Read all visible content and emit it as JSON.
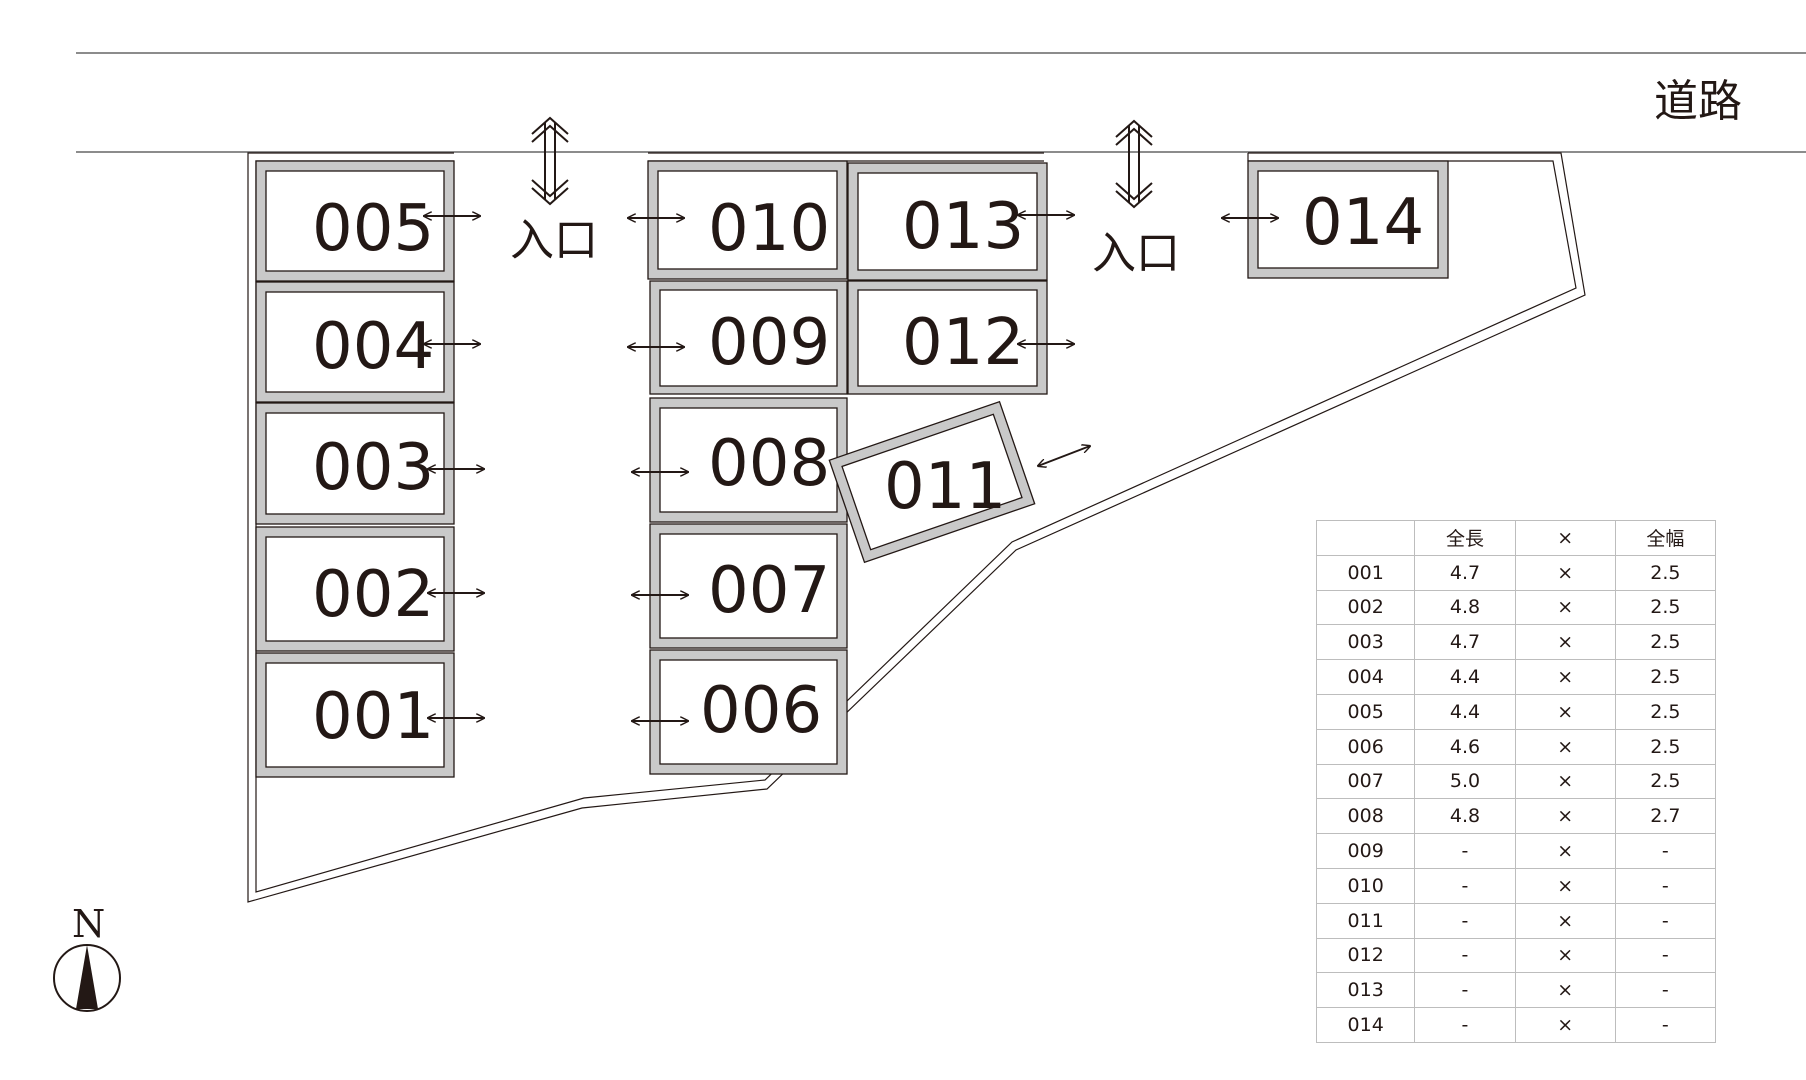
{
  "road": {
    "label": "道路"
  },
  "entrances": [
    {
      "label": "入口"
    },
    {
      "label": "入口"
    }
  ],
  "north": {
    "label": "N"
  },
  "lots": [
    "001",
    "002",
    "003",
    "004",
    "005",
    "006",
    "007",
    "008",
    "009",
    "010",
    "011",
    "012",
    "013",
    "014"
  ],
  "size_table": {
    "headers": [
      "",
      "全長",
      "×",
      "全幅"
    ],
    "rows": [
      [
        "001",
        "4.7",
        "×",
        "2.5"
      ],
      [
        "002",
        "4.8",
        "×",
        "2.5"
      ],
      [
        "003",
        "4.7",
        "×",
        "2.5"
      ],
      [
        "004",
        "4.4",
        "×",
        "2.5"
      ],
      [
        "005",
        "4.4",
        "×",
        "2.5"
      ],
      [
        "006",
        "4.6",
        "×",
        "2.5"
      ],
      [
        "007",
        "5.0",
        "×",
        "2.5"
      ],
      [
        "008",
        "4.8",
        "×",
        "2.7"
      ],
      [
        "009",
        "-",
        "×",
        "-"
      ],
      [
        "010",
        "-",
        "×",
        "-"
      ],
      [
        "011",
        "-",
        "×",
        "-"
      ],
      [
        "012",
        "-",
        "×",
        "-"
      ],
      [
        "013",
        "-",
        "×",
        "-"
      ],
      [
        "014",
        "-",
        "×",
        "-"
      ]
    ]
  },
  "colors": {
    "ink": "#231815",
    "lot_border": "#bdbdbd",
    "line": "#555555"
  }
}
